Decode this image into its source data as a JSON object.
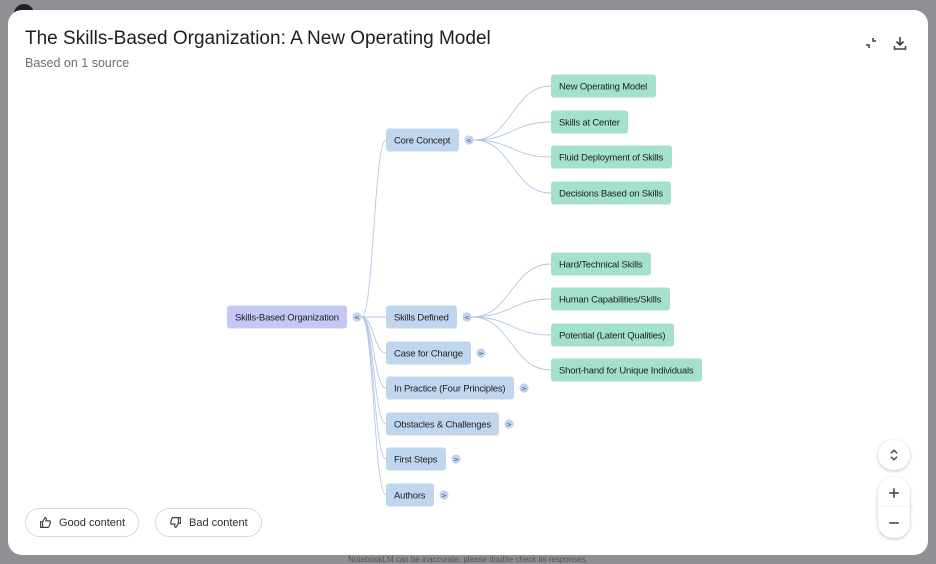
{
  "header": {
    "title": "The Skills-Based Organization: A New Operating Model",
    "subtitle": "Based on 1 source"
  },
  "mindmap": {
    "root": {
      "label": "Skills-Based Organization",
      "toggle": "<"
    },
    "branches": [
      {
        "label": "Core Concept",
        "toggle": "<",
        "expanded": true,
        "children": [
          "New Operating Model",
          "Skills at Center",
          "Fluid Deployment of Skills",
          "Decisions Based on Skills"
        ]
      },
      {
        "label": "Skills Defined",
        "toggle": "<",
        "expanded": true,
        "children": [
          "Hard/Technical Skills",
          "Human Capabilities/Skills",
          "Potential (Latent Qualities)",
          "Short-hand for Unique Individuals"
        ]
      },
      {
        "label": "Case for Change",
        "toggle": ">",
        "expanded": false,
        "children": []
      },
      {
        "label": "In Practice (Four Principles)",
        "toggle": ">",
        "expanded": false,
        "children": []
      },
      {
        "label": "Obstacles & Challenges",
        "toggle": ">",
        "expanded": false,
        "children": []
      },
      {
        "label": "First Steps",
        "toggle": ">",
        "expanded": false,
        "children": []
      },
      {
        "label": "Authors",
        "toggle": ">",
        "expanded": false,
        "children": []
      }
    ]
  },
  "feedback": {
    "good_label": "Good content",
    "bad_label": "Bad content"
  },
  "footer": {
    "note": "NotebookLM can be inaccurate; please double check its responses."
  },
  "icons": {
    "collapse": "collapse-icon",
    "download": "download-icon",
    "expand": "unfold-icon",
    "zoom_in": "plus-icon",
    "zoom_out": "minus-icon",
    "thumbs_up": "thumbs-up-icon",
    "thumbs_down": "thumbs-down-icon"
  },
  "colors": {
    "root_fill": "#c5c8f5",
    "branch_fill": "#c0d5ee",
    "leaf_fill": "#a3e0cd",
    "connector": "#b3c6e6",
    "toggle_fill": "#c0d3ee"
  }
}
